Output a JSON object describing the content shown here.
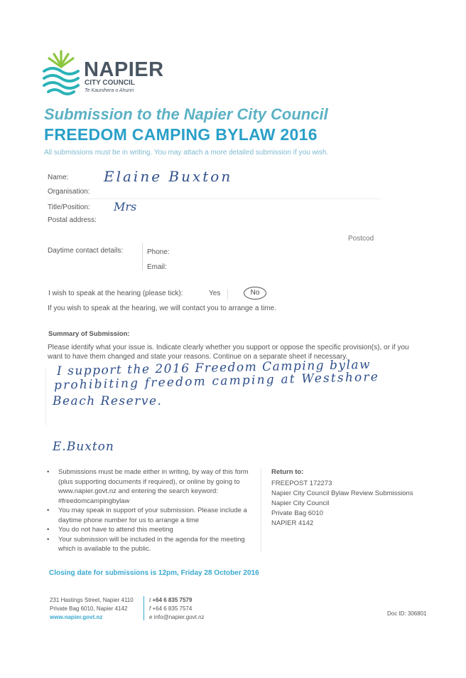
{
  "logo": {
    "name": "NAPIER",
    "subtitle": "CITY COUNCIL",
    "maori": "Te Kaunihera o Ahuriri",
    "colors": {
      "green": "#8cc63f",
      "teal": "#2ab3b8",
      "text": "#4a5662"
    }
  },
  "header": {
    "title": "Submission to the Napier City Council",
    "subtitle": "FREEDOM CAMPING BYLAW 2016",
    "intro": "All submissions must be in writing. You may attach a more detailed submission if you wish."
  },
  "fields": {
    "name_label": "Name:",
    "name_value": "Elaine Buxton",
    "organisation_label": "Organisation:",
    "title_label": "Title/Position:",
    "title_value": "Mrs",
    "postal_label": "Postal address:",
    "postcode_label": "Postcod",
    "daytime_label": "Daytime contact details:",
    "phone_label": "Phone:",
    "email_label": "Email:"
  },
  "hearing": {
    "question": "I wish to speak at the hearing (please tick):",
    "yes": "Yes",
    "no": "No",
    "note": "If you wish to speak at the hearing, we will contact you to arrange a time."
  },
  "summary": {
    "heading": "Summary of Submission:",
    "instruction": "Please identify what your issue is. Indicate clearly whether you support or oppose the specific provision(s), or if you want to have them changed and state your reasons. Continue on a separate sheet if necessary.",
    "handwritten_line1": "I support the 2016 Freedom Camping bylaw",
    "handwritten_line2": "prohibiting freedom camping at Westshore",
    "handwritten_line3": "Beach Reserve.",
    "signature": "E.Buxton"
  },
  "bullets": [
    "Submissions must be made either in writing, by way of this form (plus supporting documents if required), or online by going to www.napier.govt.nz and entering the search keyword: #freedomcampingbylaw",
    "You may speak in support of your submission. Please include a daytime phone number for us to arrange a time",
    "You do not have to attend this meeting",
    "Your submission will be included in the agenda for the meeting which is available to the public."
  ],
  "return_to": {
    "heading": "Return to:",
    "line1": "FREEPOST 172273",
    "line2": "Napier City Council Bylaw Review Submissions",
    "line3": "Napier City Council",
    "line4": "Private Bag 6010",
    "line5": "NAPIER 4142"
  },
  "closing": "Closing date for submissions is 12pm, Friday 28 October 2016",
  "footer": {
    "addr1": "231 Hastings Street, Napier 4110",
    "addr2": "Private Bag 6010, Napier 4142",
    "web": "www.napier.govt.nz",
    "tel_prefix": "t",
    "tel": "+64 6 835 7579",
    "fax_prefix": "f",
    "fax": "+64 6 835 7574",
    "email_prefix": "e",
    "email": "info@napier.govt.nz",
    "doc_id": "Doc ID: 306801"
  }
}
